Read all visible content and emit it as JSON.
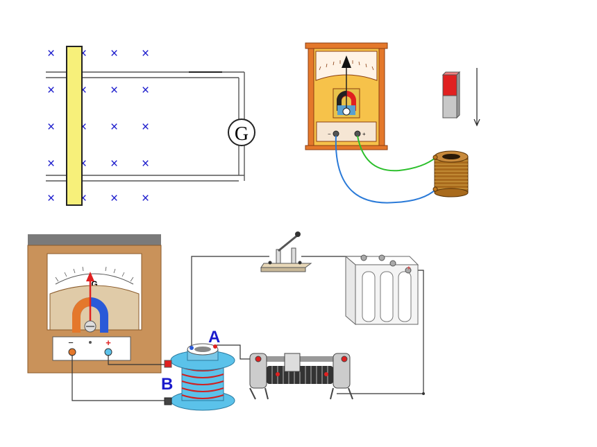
{
  "panel1": {
    "field_mark": "×",
    "meter_label": "G",
    "colors": {
      "field_mark": "#1a1acc",
      "rod": "#f7f07a",
      "wire": "#555555"
    }
  },
  "panel2": {
    "minus_label": "−",
    "plus_label": "+",
    "colors": {
      "case": "#e4782b",
      "dial": "#fff3e6",
      "magnet_north": "#e02020",
      "magnet_south": "#c8c8c8",
      "wire_green": "#2bbf2b",
      "wire_blue": "#2a7ad8",
      "coil": "#a86a1c"
    }
  },
  "panel3": {
    "meter_letter": "G",
    "minus_label": "−",
    "plus_label": "+",
    "coil_label_a": "A",
    "coil_label_b": "B",
    "colors": {
      "label": "#1a1acc",
      "case": "#c9925a",
      "needle": "#e02020",
      "coil_base": "#5bc2ea",
      "coil_wire": "#d02020",
      "battery": "#f2f2f2"
    }
  }
}
